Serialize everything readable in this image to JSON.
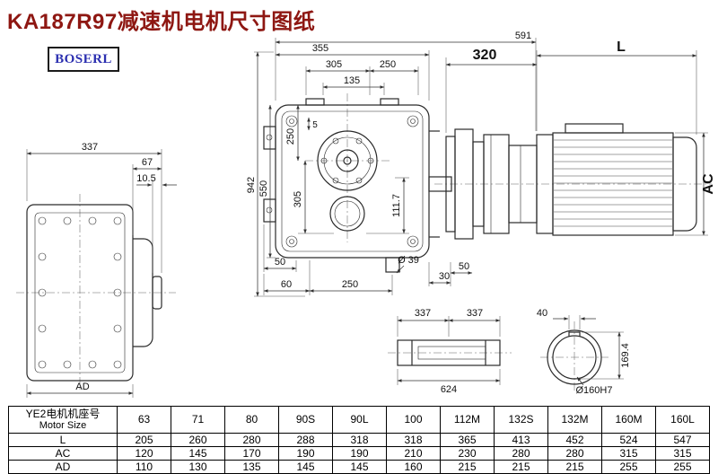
{
  "title": "KA187R97减速机电机尺寸图纸",
  "logo": "BOSERL",
  "colors": {
    "title": "#8e1712",
    "logo_text": "#2b2fb0",
    "line": "#2a2a2a"
  },
  "dims": {
    "lv_337": "337",
    "lv_67": "67",
    "lv_105": "10.5",
    "lv_ad": "AD",
    "fv_355": "355",
    "fv_591": "591",
    "fv_305": "305",
    "fv_250t": "250",
    "fv_135": "135",
    "fv_942": "942",
    "fv_550": "550",
    "fv_250i": "250",
    "fv_5": "5",
    "fv_305i": "305",
    "fv_1117": "111.7",
    "fv_50a": "50",
    "fv_60": "60",
    "fv_250b": "250",
    "fv_d39": "Ø 39",
    "fv_30": "30",
    "fv_50b": "50",
    "mv_320": "320",
    "mv_l": "L",
    "mv_ac": "AC",
    "sv_337a": "337",
    "sv_337b": "337",
    "sv_624": "624",
    "cv_40": "40",
    "cv_1694": "169.4",
    "cv_d160": "Ø160H7"
  },
  "table": {
    "row_header_line1": "YE2电机机座号",
    "row_header_line2": "Motor Size",
    "columns": [
      "63",
      "71",
      "80",
      "90S",
      "90L",
      "100",
      "112M",
      "132S",
      "132M",
      "160M",
      "160L"
    ],
    "rows": [
      {
        "label": "L",
        "values": [
          "205",
          "260",
          "280",
          "288",
          "318",
          "318",
          "365",
          "413",
          "452",
          "524",
          "547"
        ]
      },
      {
        "label": "AC",
        "values": [
          "120",
          "145",
          "170",
          "190",
          "190",
          "210",
          "230",
          "280",
          "280",
          "315",
          "315"
        ]
      },
      {
        "label": "AD",
        "values": [
          "110",
          "130",
          "135",
          "145",
          "145",
          "160",
          "215",
          "215",
          "215",
          "255",
          "255"
        ]
      }
    ]
  }
}
